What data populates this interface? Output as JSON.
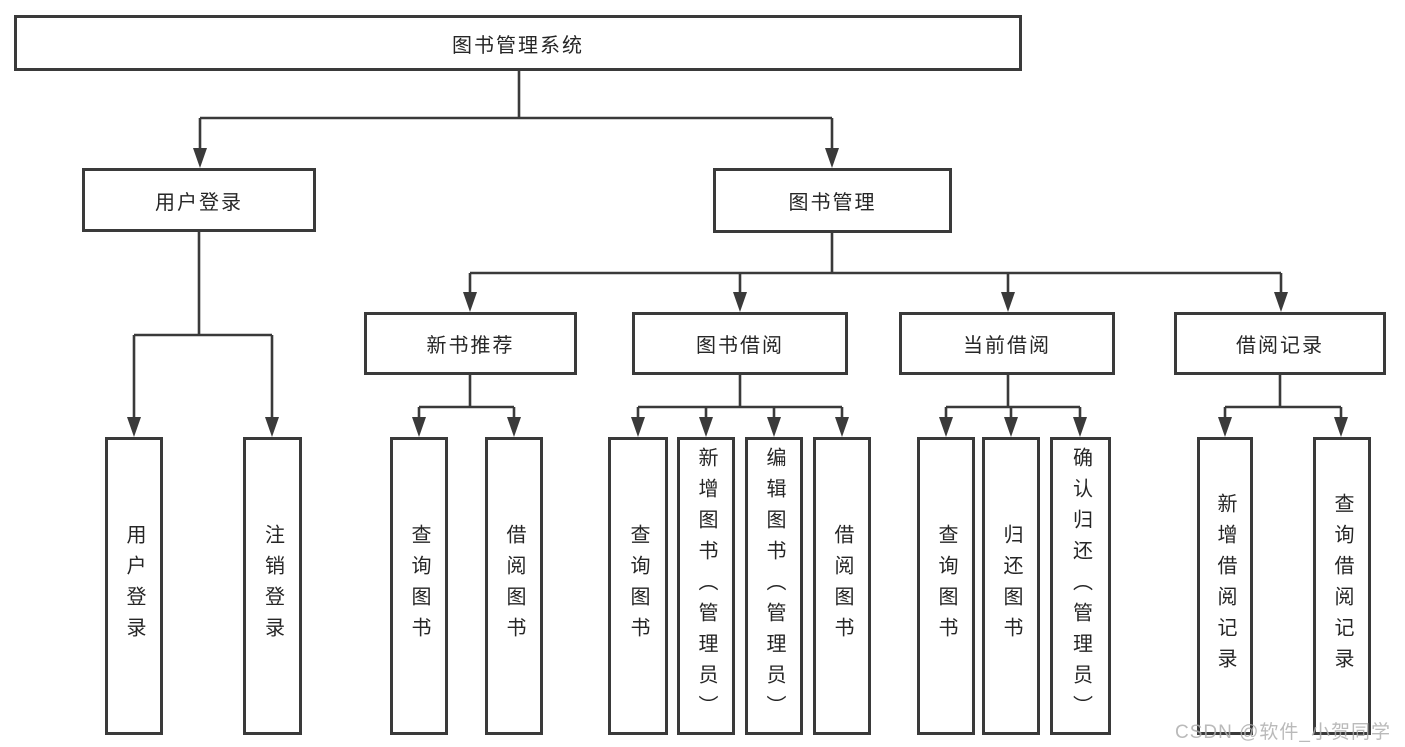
{
  "tree": {
    "label": "图书管理系统",
    "children": [
      {
        "label": "用户登录",
        "children": [
          {
            "label": "用户登录"
          },
          {
            "label": "注销登录"
          }
        ]
      },
      {
        "label": "图书管理",
        "children": [
          {
            "label": "新书推荐",
            "children": [
              {
                "label": "查询图书"
              },
              {
                "label": "借阅图书"
              }
            ]
          },
          {
            "label": "图书借阅",
            "children": [
              {
                "label": "查询图书"
              },
              {
                "label": "新增图书（管理员）"
              },
              {
                "label": "编辑图书（管理员）"
              },
              {
                "label": "借阅图书"
              }
            ]
          },
          {
            "label": "当前借阅",
            "children": [
              {
                "label": "查询图书"
              },
              {
                "label": "归还图书"
              },
              {
                "label": "确认归还（管理员）"
              }
            ]
          },
          {
            "label": "借阅记录",
            "children": [
              {
                "label": "新增借阅记录"
              },
              {
                "label": "查询借阅记录"
              }
            ]
          }
        ]
      }
    ]
  },
  "watermark": {
    "text": "CSDN @软件_小贺同学"
  },
  "colors": {
    "line": "#3a3a3a",
    "text": "#262626",
    "background": "#ffffff",
    "watermark": "#aeaeae"
  }
}
